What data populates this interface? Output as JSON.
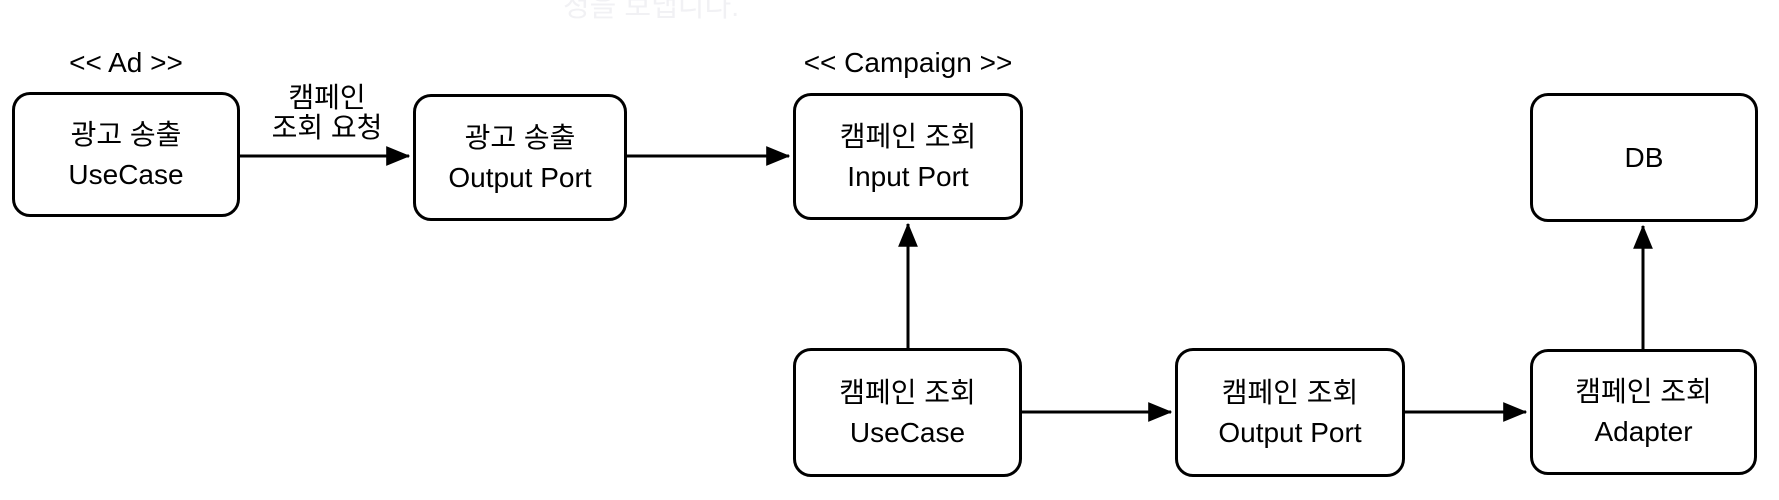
{
  "diagram": {
    "cropped_top_text": "청을 보냅니다.",
    "stereotypes": {
      "ad": "<< Ad >>",
      "campaign": "<< Campaign >>"
    },
    "edge_label": {
      "line1": "캠페인",
      "line2": "조회 요청"
    },
    "nodes": {
      "ad_usecase": {
        "line1": "광고 송출",
        "line2": "UseCase"
      },
      "ad_output_port": {
        "line1": "광고 송출",
        "line2": "Output Port"
      },
      "campaign_input_port": {
        "line1": "캠페인 조회",
        "line2": "Input Port"
      },
      "campaign_usecase": {
        "line1": "캠페인 조회",
        "line2": "UseCase"
      },
      "campaign_output_port": {
        "line1": "캠페인 조회",
        "line2": "Output Port"
      },
      "campaign_adapter": {
        "line1": "캠페인 조회",
        "line2": "Adapter"
      },
      "db": {
        "line1": "DB"
      }
    },
    "edges": [
      {
        "from": "ad_usecase",
        "to": "ad_output_port",
        "label": "캠페인 조회 요청"
      },
      {
        "from": "ad_output_port",
        "to": "campaign_input_port",
        "label": ""
      },
      {
        "from": "campaign_usecase",
        "to": "campaign_input_port",
        "label": ""
      },
      {
        "from": "campaign_usecase",
        "to": "campaign_output_port",
        "label": ""
      },
      {
        "from": "campaign_output_port",
        "to": "campaign_adapter",
        "label": ""
      },
      {
        "from": "campaign_adapter",
        "to": "db",
        "label": ""
      }
    ],
    "colors": {
      "stroke": "#000000",
      "background": "#ffffff",
      "faint_text": "#f1f1f4"
    }
  }
}
